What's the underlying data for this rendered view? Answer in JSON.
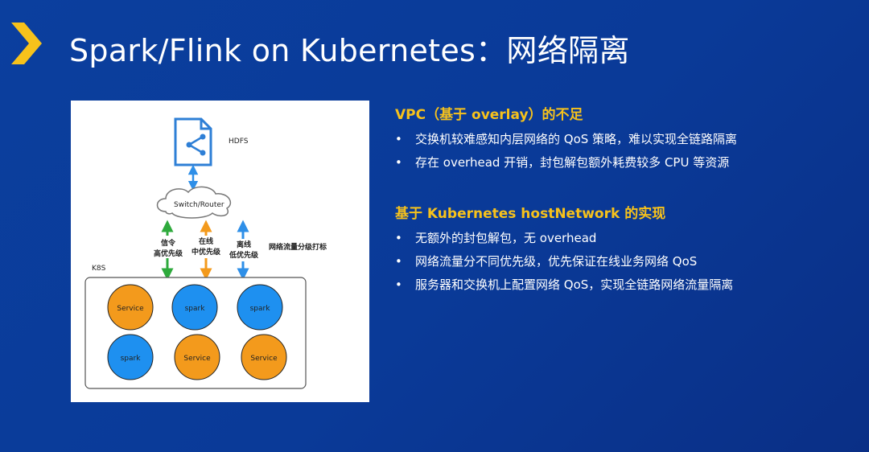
{
  "slide": {
    "title": "Spark/Flink on Kubernetes：网络隔离",
    "accent_color": "#f7c21b"
  },
  "diagram": {
    "hdfs_label": "HDFS",
    "switch_label": "Switch/Router",
    "arrows": [
      {
        "line1": "信令",
        "line2": "高优先级",
        "color": "#2eaa3c"
      },
      {
        "line1": "在线",
        "line2": "中优先级",
        "color": "#f39a1c"
      },
      {
        "line1": "离线",
        "line2": "低优先级",
        "color": "#2e8fe8"
      }
    ],
    "traffic_note": "网络流量分级打标",
    "cluster_label": "K8S",
    "nodes_row1": [
      {
        "label": "Service",
        "color": "#f39a1c"
      },
      {
        "label": "spark",
        "color": "#1e90f0"
      },
      {
        "label": "spark",
        "color": "#1e90f0"
      }
    ],
    "nodes_row2": [
      {
        "label": "spark",
        "color": "#1e90f0"
      },
      {
        "label": "Service",
        "color": "#f39a1c"
      },
      {
        "label": "Service",
        "color": "#f39a1c"
      }
    ]
  },
  "sections": [
    {
      "title": "VPC（基于 overlay）的不足",
      "bullets": [
        "交换机较难感知内层网络的 QoS 策略，难以实现全链路隔离",
        "存在 overhead 开销，封包解包额外耗费较多 CPU 等资源"
      ]
    },
    {
      "title": "基于 Kubernetes hostNetwork 的实现",
      "bullets": [
        "无额外的封包解包，无 overhead",
        "网络流量分不同优先级，优先保证在线业务网络 QoS",
        "服务器和交换机上配置网络 QoS，实现全链路网络流量隔离"
      ]
    }
  ]
}
